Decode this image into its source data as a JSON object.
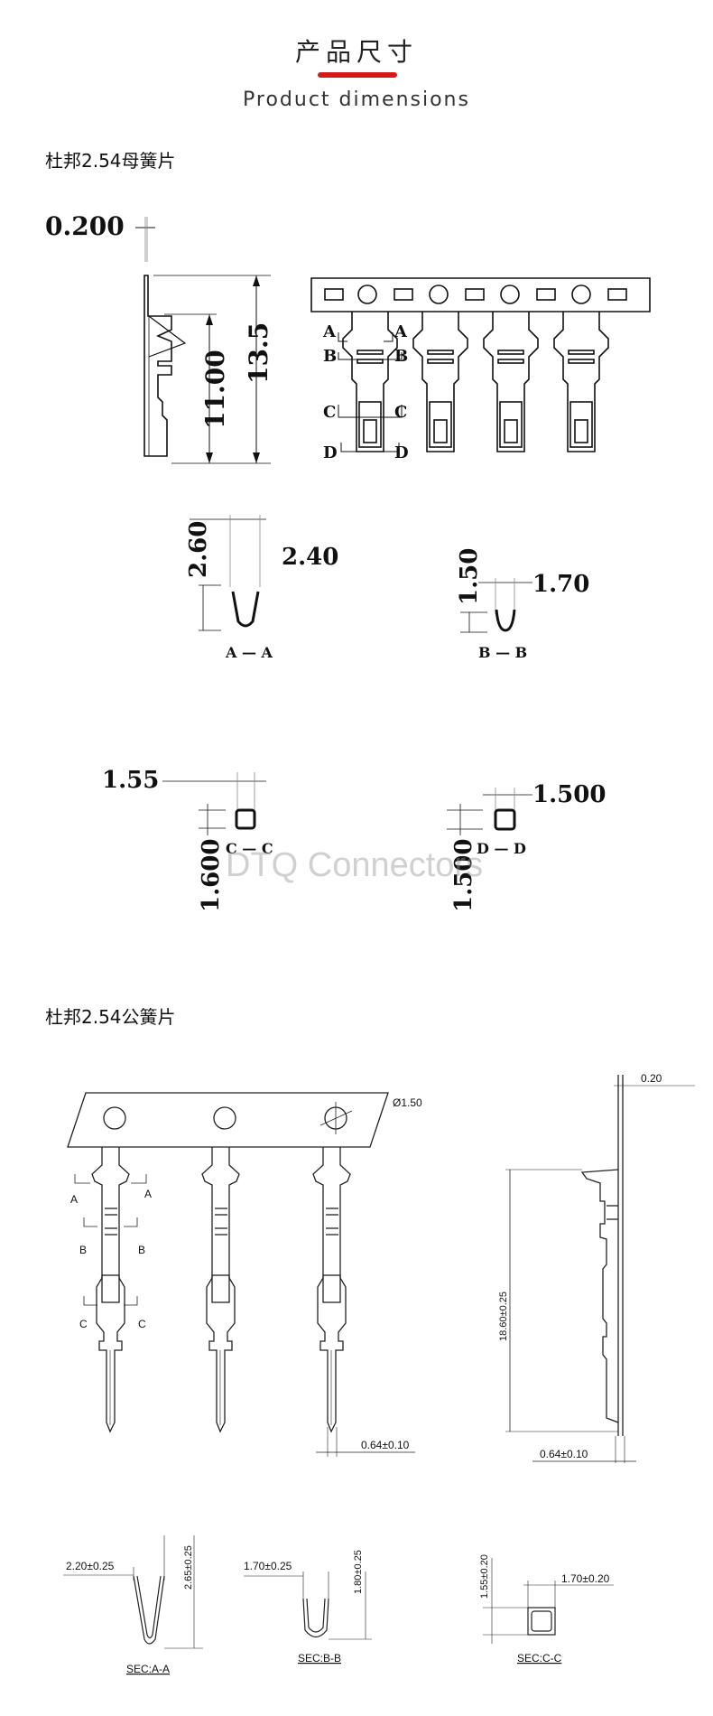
{
  "header": {
    "title_cn": "产品尺寸",
    "title_en": "Product dimensions"
  },
  "watermark": "DTQ Connectors",
  "female": {
    "section_label": "杜邦2.54母簧片",
    "thickness": "0.200",
    "dim_short": "11.00",
    "dim_long": "13.5",
    "marks": [
      "A",
      "B",
      "C",
      "D"
    ],
    "sec_aa": {
      "label": "A — A",
      "h": "2.60",
      "w": "2.40"
    },
    "sec_bb": {
      "label": "B — B",
      "h": "1.50",
      "w": "1.70"
    },
    "sec_cc": {
      "label": "C — C",
      "h": "1.600",
      "w": "1.55"
    },
    "sec_dd": {
      "label": "D — D",
      "h": "1.500",
      "w": "1.500"
    }
  },
  "male": {
    "section_label": "杜邦2.54公簧片",
    "hole_dia": "Ø1.50",
    "thickness": "0.20",
    "length": "18.60±0.25",
    "pin_w_front": "0.64±0.10",
    "pin_w_side": "0.64±0.10",
    "marks": [
      "A",
      "B",
      "C"
    ],
    "sec_aa": {
      "label": "SEC:A-A",
      "w": "2.20±0.25",
      "h": "2.65±0.25"
    },
    "sec_bb": {
      "label": "SEC:B-B",
      "w": "1.70±0.25",
      "h": "1.80±0.25"
    },
    "sec_cc": {
      "label": "SEC:C-C",
      "w": "1.70±0.20",
      "h": "1.55±0.20"
    }
  }
}
